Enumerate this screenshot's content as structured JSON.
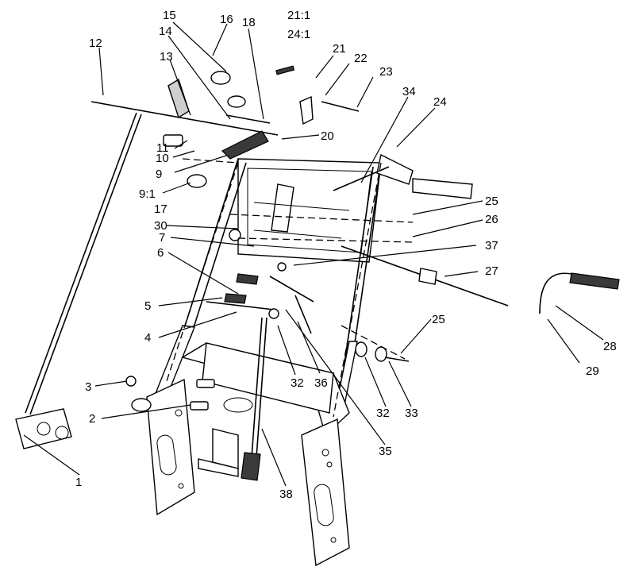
{
  "callouts": [
    {
      "id": "c1",
      "text": "1"
    },
    {
      "id": "c2",
      "text": "2"
    },
    {
      "id": "c3",
      "text": "3"
    },
    {
      "id": "c4",
      "text": "4"
    },
    {
      "id": "c5",
      "text": "5"
    },
    {
      "id": "c6",
      "text": "6"
    },
    {
      "id": "c7",
      "text": "7"
    },
    {
      "id": "c9",
      "text": "9"
    },
    {
      "id": "c9_1",
      "text": "9:1"
    },
    {
      "id": "c10",
      "text": "10"
    },
    {
      "id": "c11",
      "text": "11"
    },
    {
      "id": "c12",
      "text": "12"
    },
    {
      "id": "c13",
      "text": "13"
    },
    {
      "id": "c14",
      "text": "14"
    },
    {
      "id": "c15",
      "text": "15"
    },
    {
      "id": "c16",
      "text": "16"
    },
    {
      "id": "c17",
      "text": "17"
    },
    {
      "id": "c18",
      "text": "18"
    },
    {
      "id": "c20",
      "text": "20"
    },
    {
      "id": "c21_1",
      "text": "21:1"
    },
    {
      "id": "c24_1",
      "text": "24:1"
    },
    {
      "id": "c21",
      "text": "21"
    },
    {
      "id": "c22",
      "text": "22"
    },
    {
      "id": "c23",
      "text": "23"
    },
    {
      "id": "c24",
      "text": "24"
    },
    {
      "id": "c25a",
      "text": "25"
    },
    {
      "id": "c25b",
      "text": "25"
    },
    {
      "id": "c26",
      "text": "26"
    },
    {
      "id": "c27",
      "text": "27"
    },
    {
      "id": "c28",
      "text": "28"
    },
    {
      "id": "c29",
      "text": "29"
    },
    {
      "id": "c30",
      "text": "30"
    },
    {
      "id": "c32a",
      "text": "32"
    },
    {
      "id": "c32b",
      "text": "32"
    },
    {
      "id": "c33",
      "text": "33"
    },
    {
      "id": "c34",
      "text": "34"
    },
    {
      "id": "c35",
      "text": "35"
    },
    {
      "id": "c36",
      "text": "36"
    },
    {
      "id": "c37",
      "text": "37"
    },
    {
      "id": "c38",
      "text": "38"
    }
  ]
}
